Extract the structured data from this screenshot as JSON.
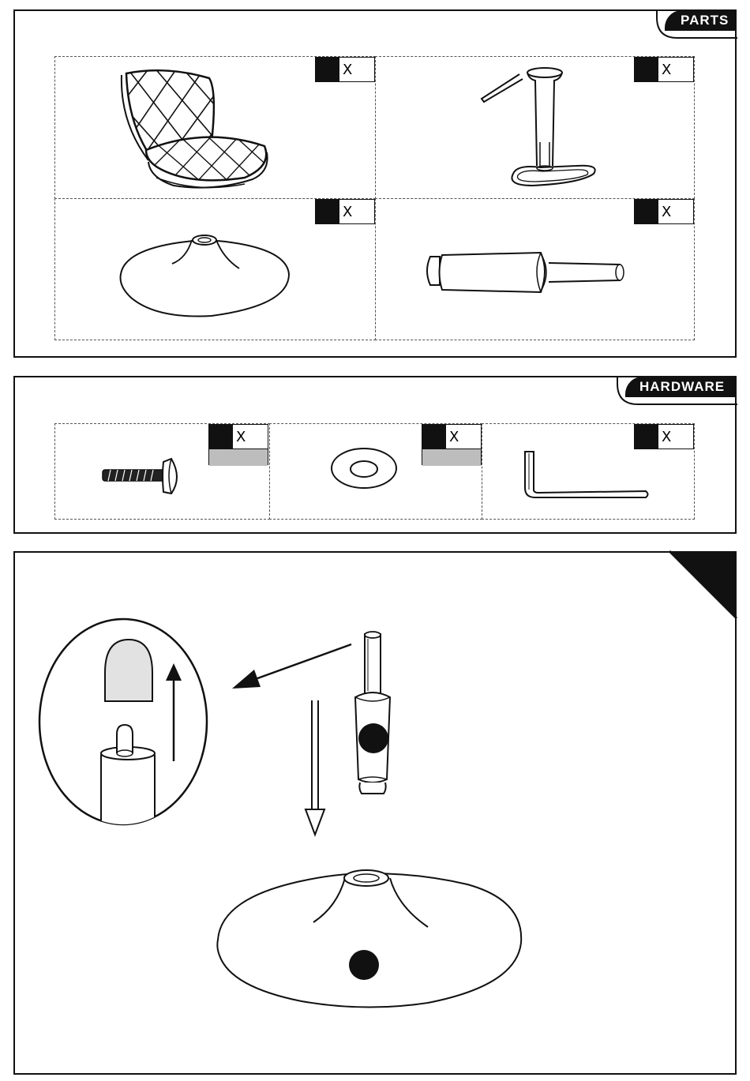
{
  "parts_section": {
    "tab_label": "PARTS",
    "items": [
      {
        "name": "seat",
        "qty_label": "X"
      },
      {
        "name": "gas-lift-stem",
        "qty_label": "X"
      },
      {
        "name": "base-plate",
        "qty_label": "X"
      },
      {
        "name": "gas-cylinder",
        "qty_label": "X"
      }
    ]
  },
  "hardware_section": {
    "tab_label": "HARDWARE",
    "items": [
      {
        "name": "bolt",
        "qty_label": "X"
      },
      {
        "name": "washer",
        "qty_label": "X"
      },
      {
        "name": "allen-key",
        "qty_label": "X"
      }
    ]
  },
  "step_section": {
    "icons": [
      "arrow-icon",
      "cap-icon",
      "gas-cylinder-icon",
      "base-icon"
    ]
  }
}
